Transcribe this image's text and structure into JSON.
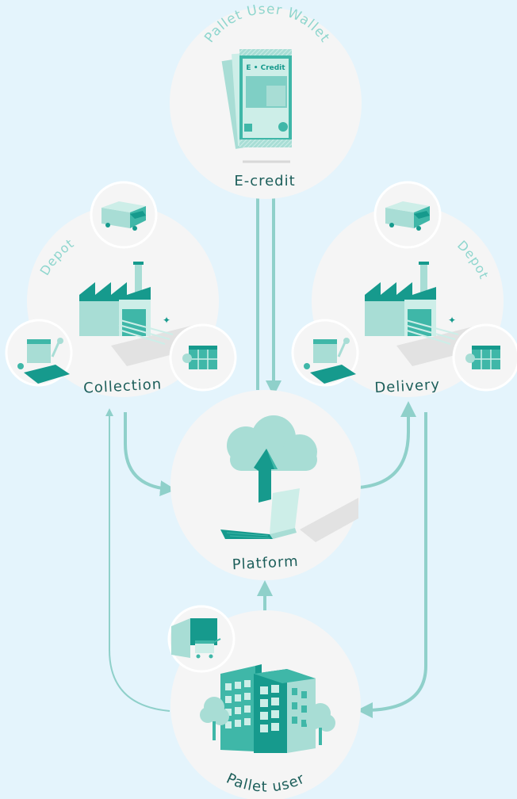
{
  "colors": {
    "background": "#e4f4fc",
    "circle": "#f5f5f5",
    "circle_border": "#ffffff",
    "teal_dark": "#169a8d",
    "teal": "#3fb7a8",
    "teal_light": "#a8ddd5",
    "teal_pale": "#cdeee8",
    "arrow": "#8fd0ca",
    "label": "#1c5e5a",
    "arc_label": "#8fd6ce",
    "shadow": "#e2e2e2"
  },
  "nodes": {
    "wallet": {
      "title": "Pallet User Wallet",
      "label": "E-credit",
      "card_text": "E • Credit"
    },
    "collection": {
      "title": "Depot",
      "label": "Collection"
    },
    "delivery": {
      "title": "Depot",
      "label": "Delivery"
    },
    "platform": {
      "label": "Platform"
    },
    "pallet_user": {
      "label": "Pallet user"
    }
  }
}
